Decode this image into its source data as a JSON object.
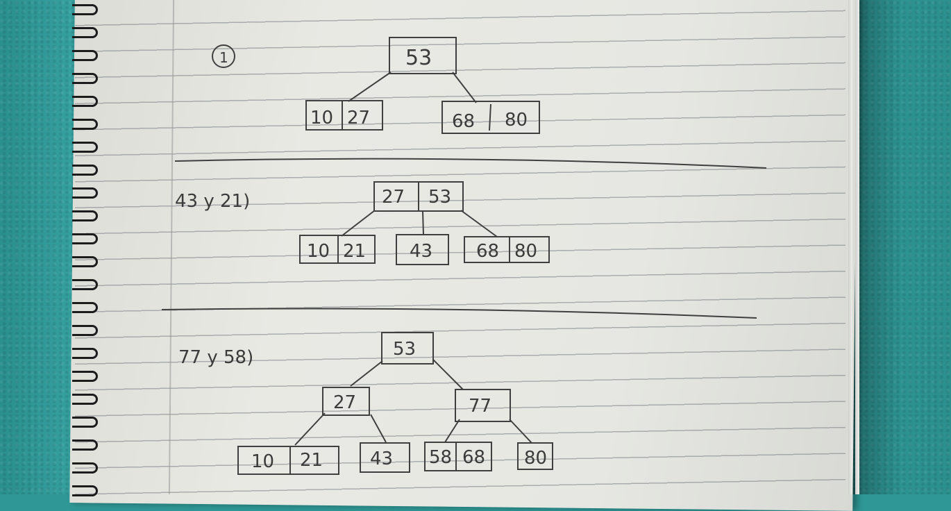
{
  "section1": {
    "label": "1",
    "root": [
      "53"
    ],
    "left": [
      "10",
      "27"
    ],
    "right": [
      "68",
      "80"
    ]
  },
  "section2": {
    "label": "43 y 21)",
    "root": [
      "27",
      "53"
    ],
    "child1": [
      "10",
      "21"
    ],
    "child2": [
      "43"
    ],
    "child3": [
      "68",
      "80"
    ]
  },
  "section3": {
    "label": "77 y 58)",
    "root": [
      "53"
    ],
    "mid_left": [
      "27"
    ],
    "mid_right": [
      "77"
    ],
    "leaf1": [
      "10",
      "21"
    ],
    "leaf2": [
      "43"
    ],
    "leaf3": [
      "58",
      "68"
    ],
    "leaf4": [
      "80"
    ]
  },
  "colors": {
    "ink": "#3b3b3b",
    "wall": "#2f9896",
    "paper": "#e6e7e2"
  }
}
